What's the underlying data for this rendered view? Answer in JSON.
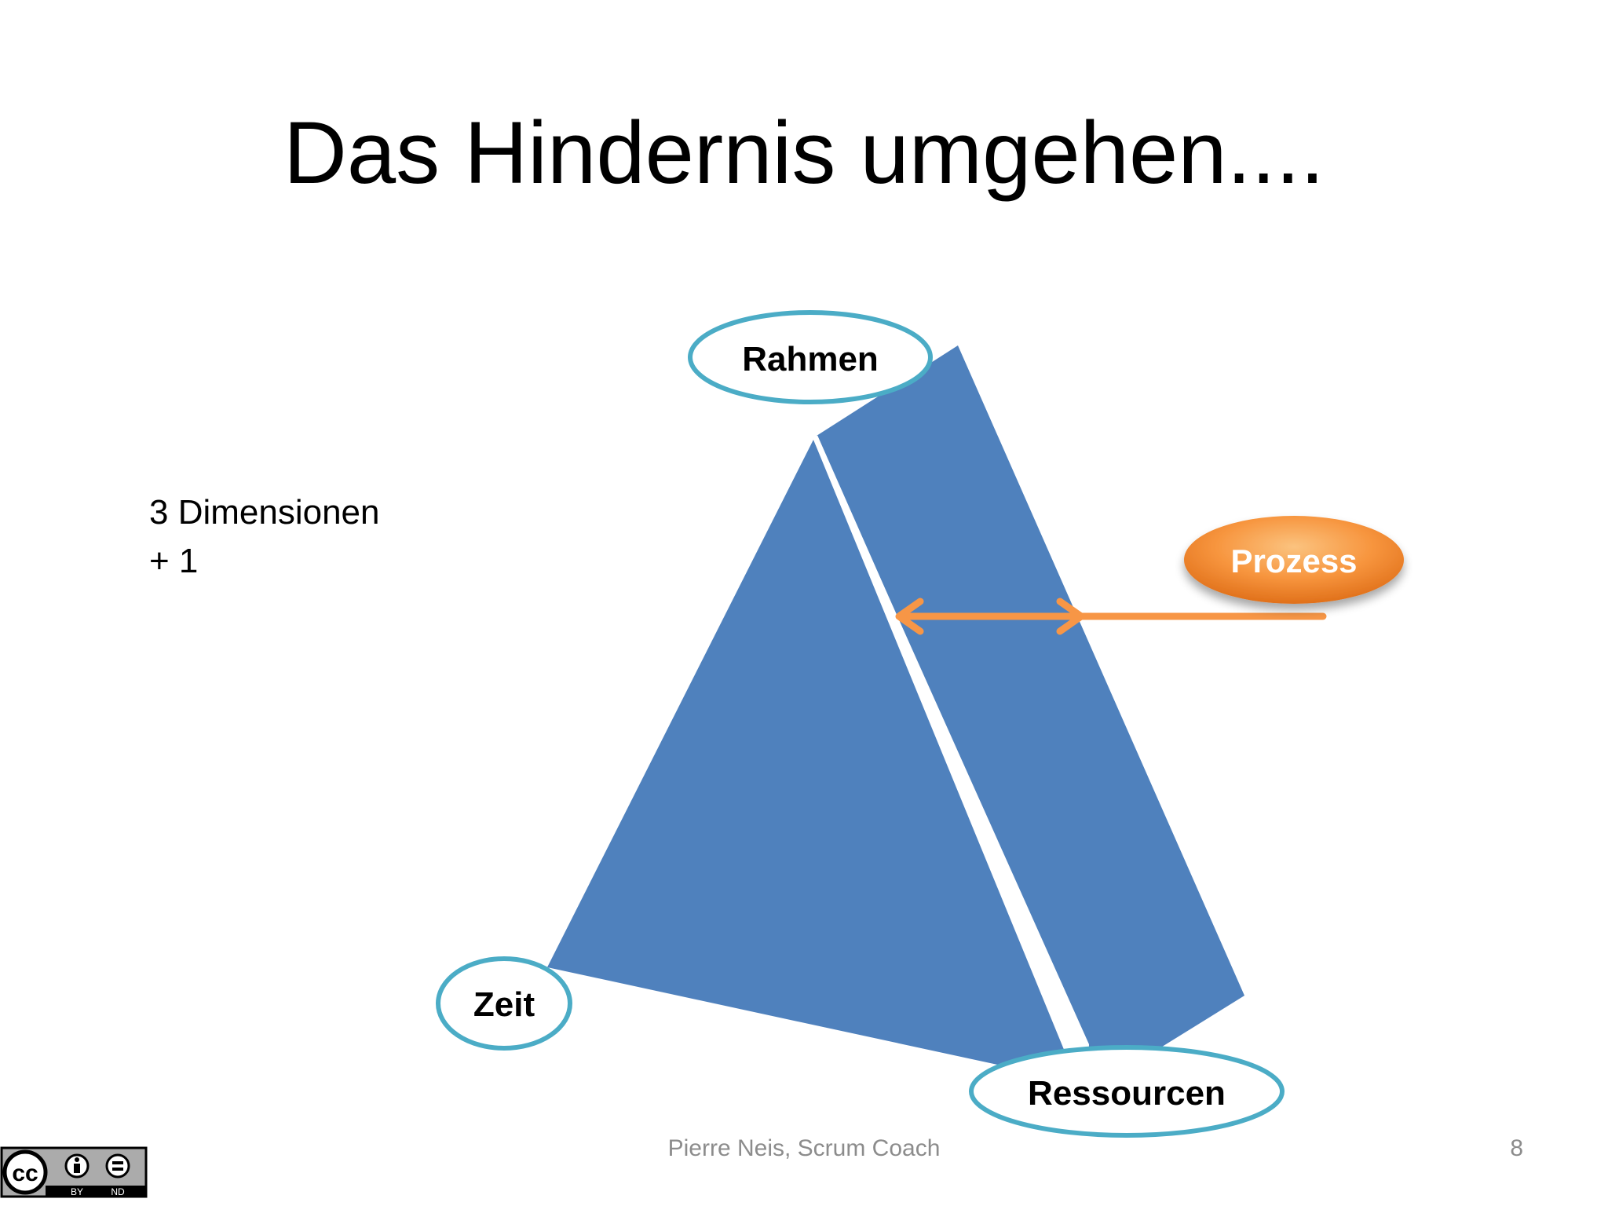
{
  "slide": {
    "title": "Das Hindernis umgehen....",
    "side_note": {
      "line1": "3 Dimensionen",
      "line2": "+ 1"
    },
    "footer": "Pierre Neis, Scrum Coach",
    "page_number": "8"
  },
  "diagram": {
    "vertices": {
      "top": "Rahmen",
      "bottom_left": "Zeit",
      "bottom_right": "Ressourcen"
    },
    "process_label": "Prozess",
    "colors": {
      "pyramid_front": "#4f81bd",
      "pyramid_side": "#4f81bd",
      "ellipse_border": "#4bacc6",
      "process_fill": "#f79646",
      "arrow": "#f79646"
    }
  },
  "license": {
    "logo_text": "cc",
    "by_label": "BY",
    "nd_label": "ND"
  }
}
